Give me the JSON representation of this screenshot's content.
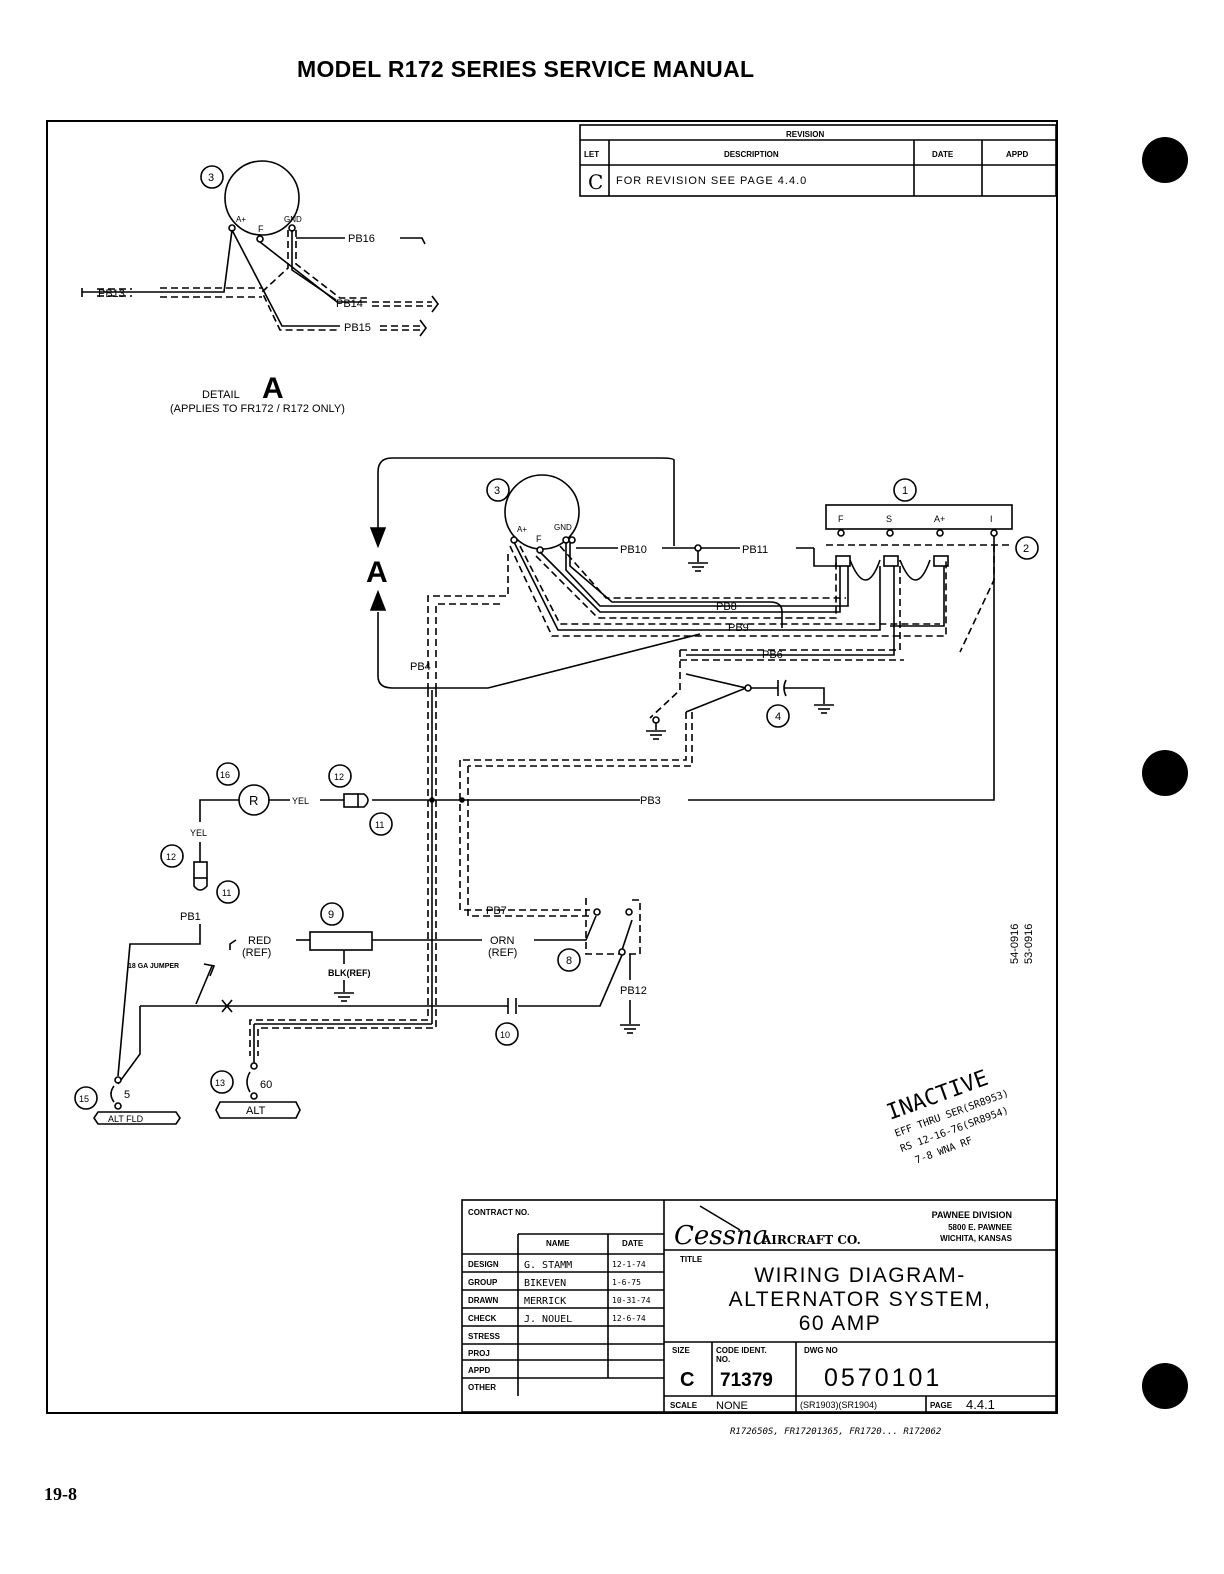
{
  "page": {
    "header": "MODEL R172 SERIES SERVICE MANUAL",
    "page_number": "19-8"
  },
  "revision": {
    "heading": "REVISION",
    "col_let": "LET",
    "col_description": "DESCRIPTION",
    "col_date": "DATE",
    "col_appd": "APPD",
    "row_let": "C",
    "row_description": "FOR REVISION SEE PAGE 4.4.0"
  },
  "detail": {
    "label": "DETAIL",
    "letter": "A",
    "applies": "(APPLIES TO FR172 / R172 ONLY)"
  },
  "callouts": {
    "c1": "1",
    "c2": "2",
    "c3": "3",
    "c3b": "3",
    "c4": "4",
    "c8": "8",
    "c9": "9",
    "c10": "10",
    "c11": "11",
    "c11b": "11",
    "c12": "12",
    "c12b": "12",
    "c13": "13",
    "c15": "15",
    "c16": "16"
  },
  "wires": {
    "pb1": "PB1",
    "pb3": "PB3",
    "pb4": "PB4",
    "pb6": "PB6",
    "pb7": "PB7",
    "pb8": "PB8",
    "pb9": "PB9",
    "pb10": "PB10",
    "pb11": "PB11",
    "pb12": "PB12",
    "pb13": "PB13",
    "pb14": "PB14",
    "pb15": "PB15",
    "pb16": "PB16"
  },
  "terminals": {
    "a_plus": "A+",
    "f": "F",
    "gnd": "GND",
    "reg_f": "F",
    "reg_s": "S",
    "reg_a": "A+",
    "reg_i": "I"
  },
  "labels": {
    "red_ref": "RED",
    "red_ref2": "(REF)",
    "orn_ref": "ORN",
    "orn_ref2": "(REF)",
    "blk_ref": "BLK(REF)",
    "yel1": "YEL",
    "yel2": "YEL",
    "jumper": "18 GA JUMPER",
    "r": "R",
    "alt_fld": "ALT FLD",
    "alt": "ALT",
    "term_5": "5",
    "term_60": "60",
    "arrow_a": "A",
    "side_code1": "54-0916",
    "side_code2": "53-0916"
  },
  "stamp": {
    "line1": "INACTIVE",
    "line2": "EFF THRU SER(SR8953)",
    "line3": "RS 12-16-76(SR8954)",
    "line4": "7-8 WNA RF"
  },
  "title_block": {
    "contract": "CONTRACT NO.",
    "col_name": "NAME",
    "col_date": "DATE",
    "rows": [
      {
        "role": "DESIGN",
        "name": "G. STAMM",
        "date": "12-1-74"
      },
      {
        "role": "GROUP",
        "name": "BIKEVEN",
        "date": "1-6-75"
      },
      {
        "role": "DRAWN",
        "name": "MERRICK",
        "date": "10-31-74"
      },
      {
        "role": "CHECK",
        "name": "J. NOUEL",
        "date": "12-6-74"
      },
      {
        "role": "STRESS",
        "name": "",
        "date": ""
      },
      {
        "role": "PROJ",
        "name": "",
        "date": ""
      },
      {
        "role": "APPD",
        "name": "",
        "date": ""
      },
      {
        "role": "OTHER",
        "name": "",
        "date": ""
      }
    ],
    "company": "Cessna",
    "company_suffix": "AIRCRAFT CO.",
    "division1": "PAWNEE DIVISION",
    "division2": "5800 E. PAWNEE",
    "division3": "WICHITA, KANSAS",
    "title_label": "TITLE",
    "title1": "WIRING DIAGRAM-",
    "title2": "ALTERNATOR SYSTEM,",
    "title3": "60 AMP",
    "size_label": "SIZE",
    "size": "C",
    "code_label": "CODE IDENT.",
    "code_label2": "NO.",
    "code": "71379",
    "dwg_label": "DWG NO",
    "dwg": "0570101",
    "scale_label": "SCALE",
    "scale": "NONE",
    "effect": "(SR1903)(SR1904)",
    "page_label": "PAGE",
    "page": "4.4.1"
  },
  "footnote": "R172650S, FR17201365, FR1720... R172062"
}
